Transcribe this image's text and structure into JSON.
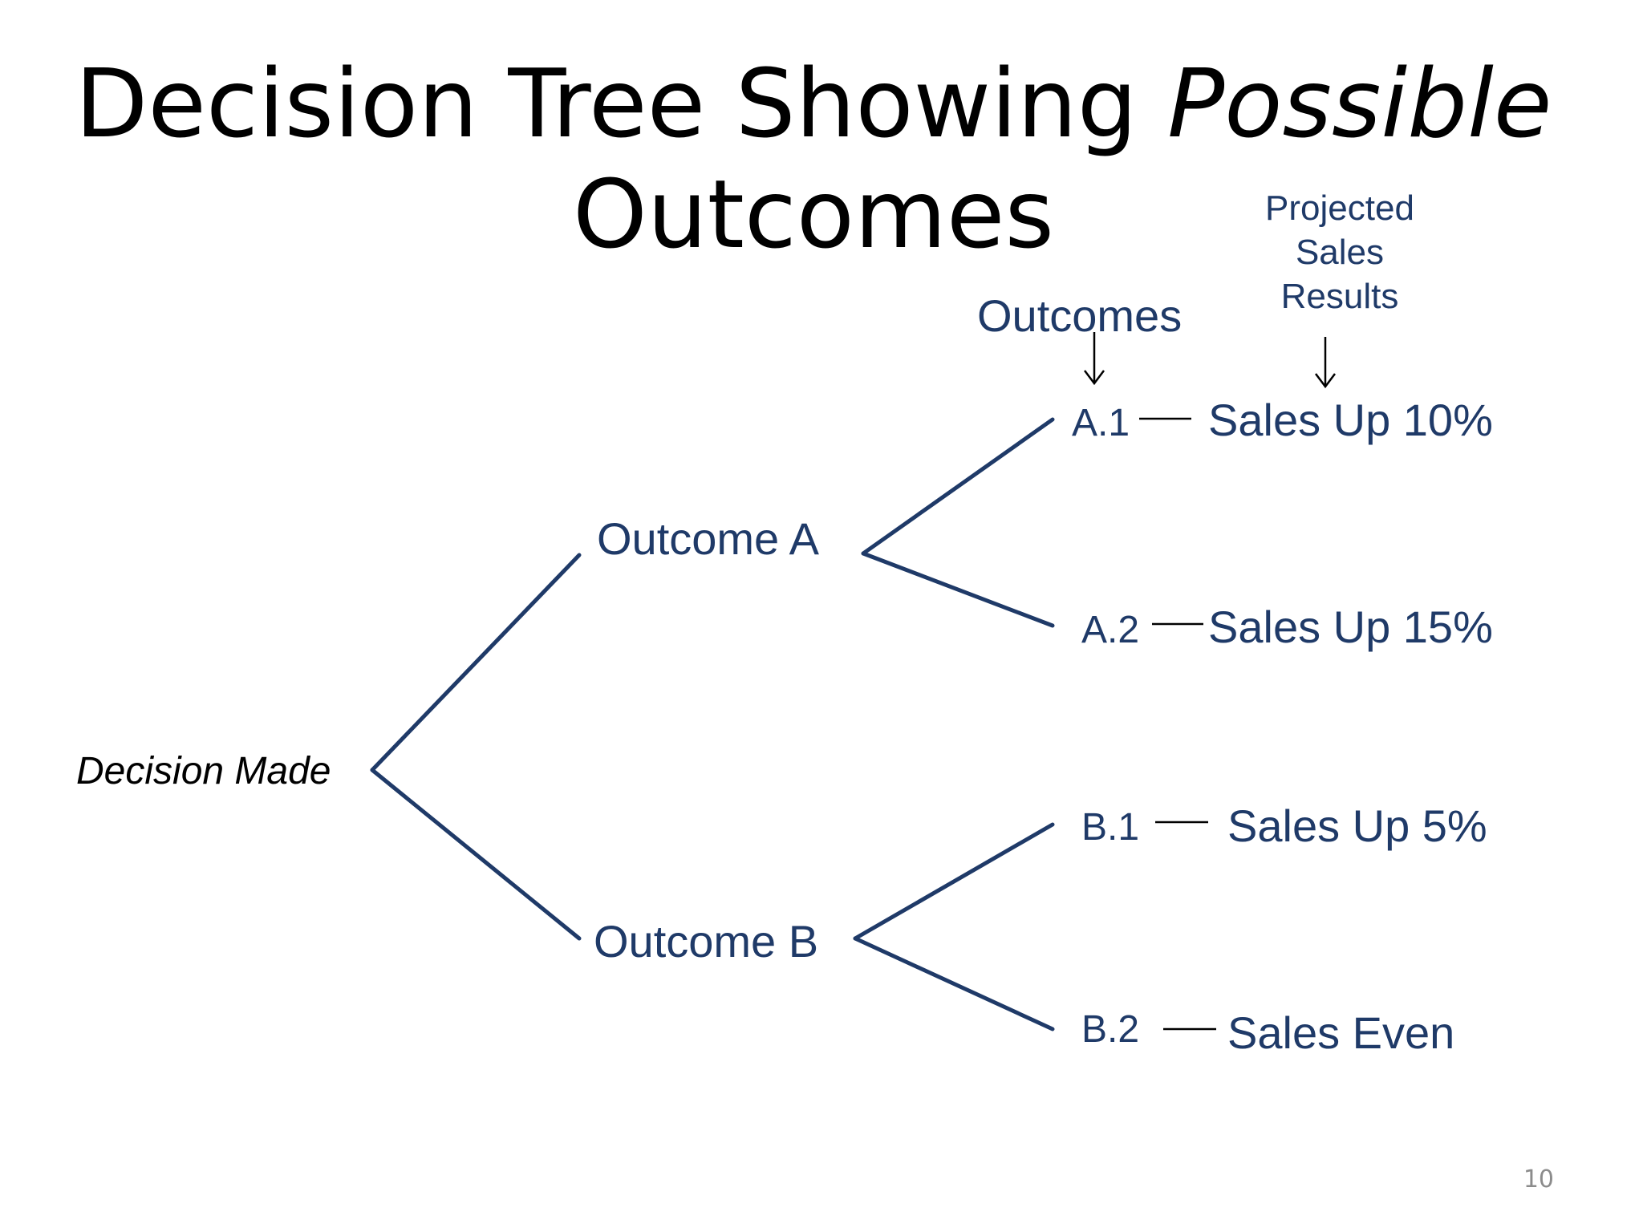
{
  "title": {
    "line1_plain": "Decision Tree Showing ",
    "line1_italic": "Possible",
    "line2": "Outcomes"
  },
  "headers": {
    "outcomes": "Outcomes",
    "projected_line1": "Projected",
    "projected_line2": "Sales",
    "projected_line3": "Results"
  },
  "root": "Decision Made",
  "outcomes": {
    "a": "Outcome A",
    "b": "Outcome B"
  },
  "sub_outcomes": {
    "a1": "A.1",
    "a2": "A.2",
    "b1": "B.1",
    "b2": "B.2"
  },
  "results": {
    "a1": "Sales Up 10%",
    "a2": "Sales Up 15%",
    "b1": "Sales Up 5%",
    "b2": "Sales Even"
  },
  "page_number": "10",
  "colors": {
    "tree_lines": "#1f3a68",
    "labels": "#1f3a68",
    "title": "#000000"
  }
}
